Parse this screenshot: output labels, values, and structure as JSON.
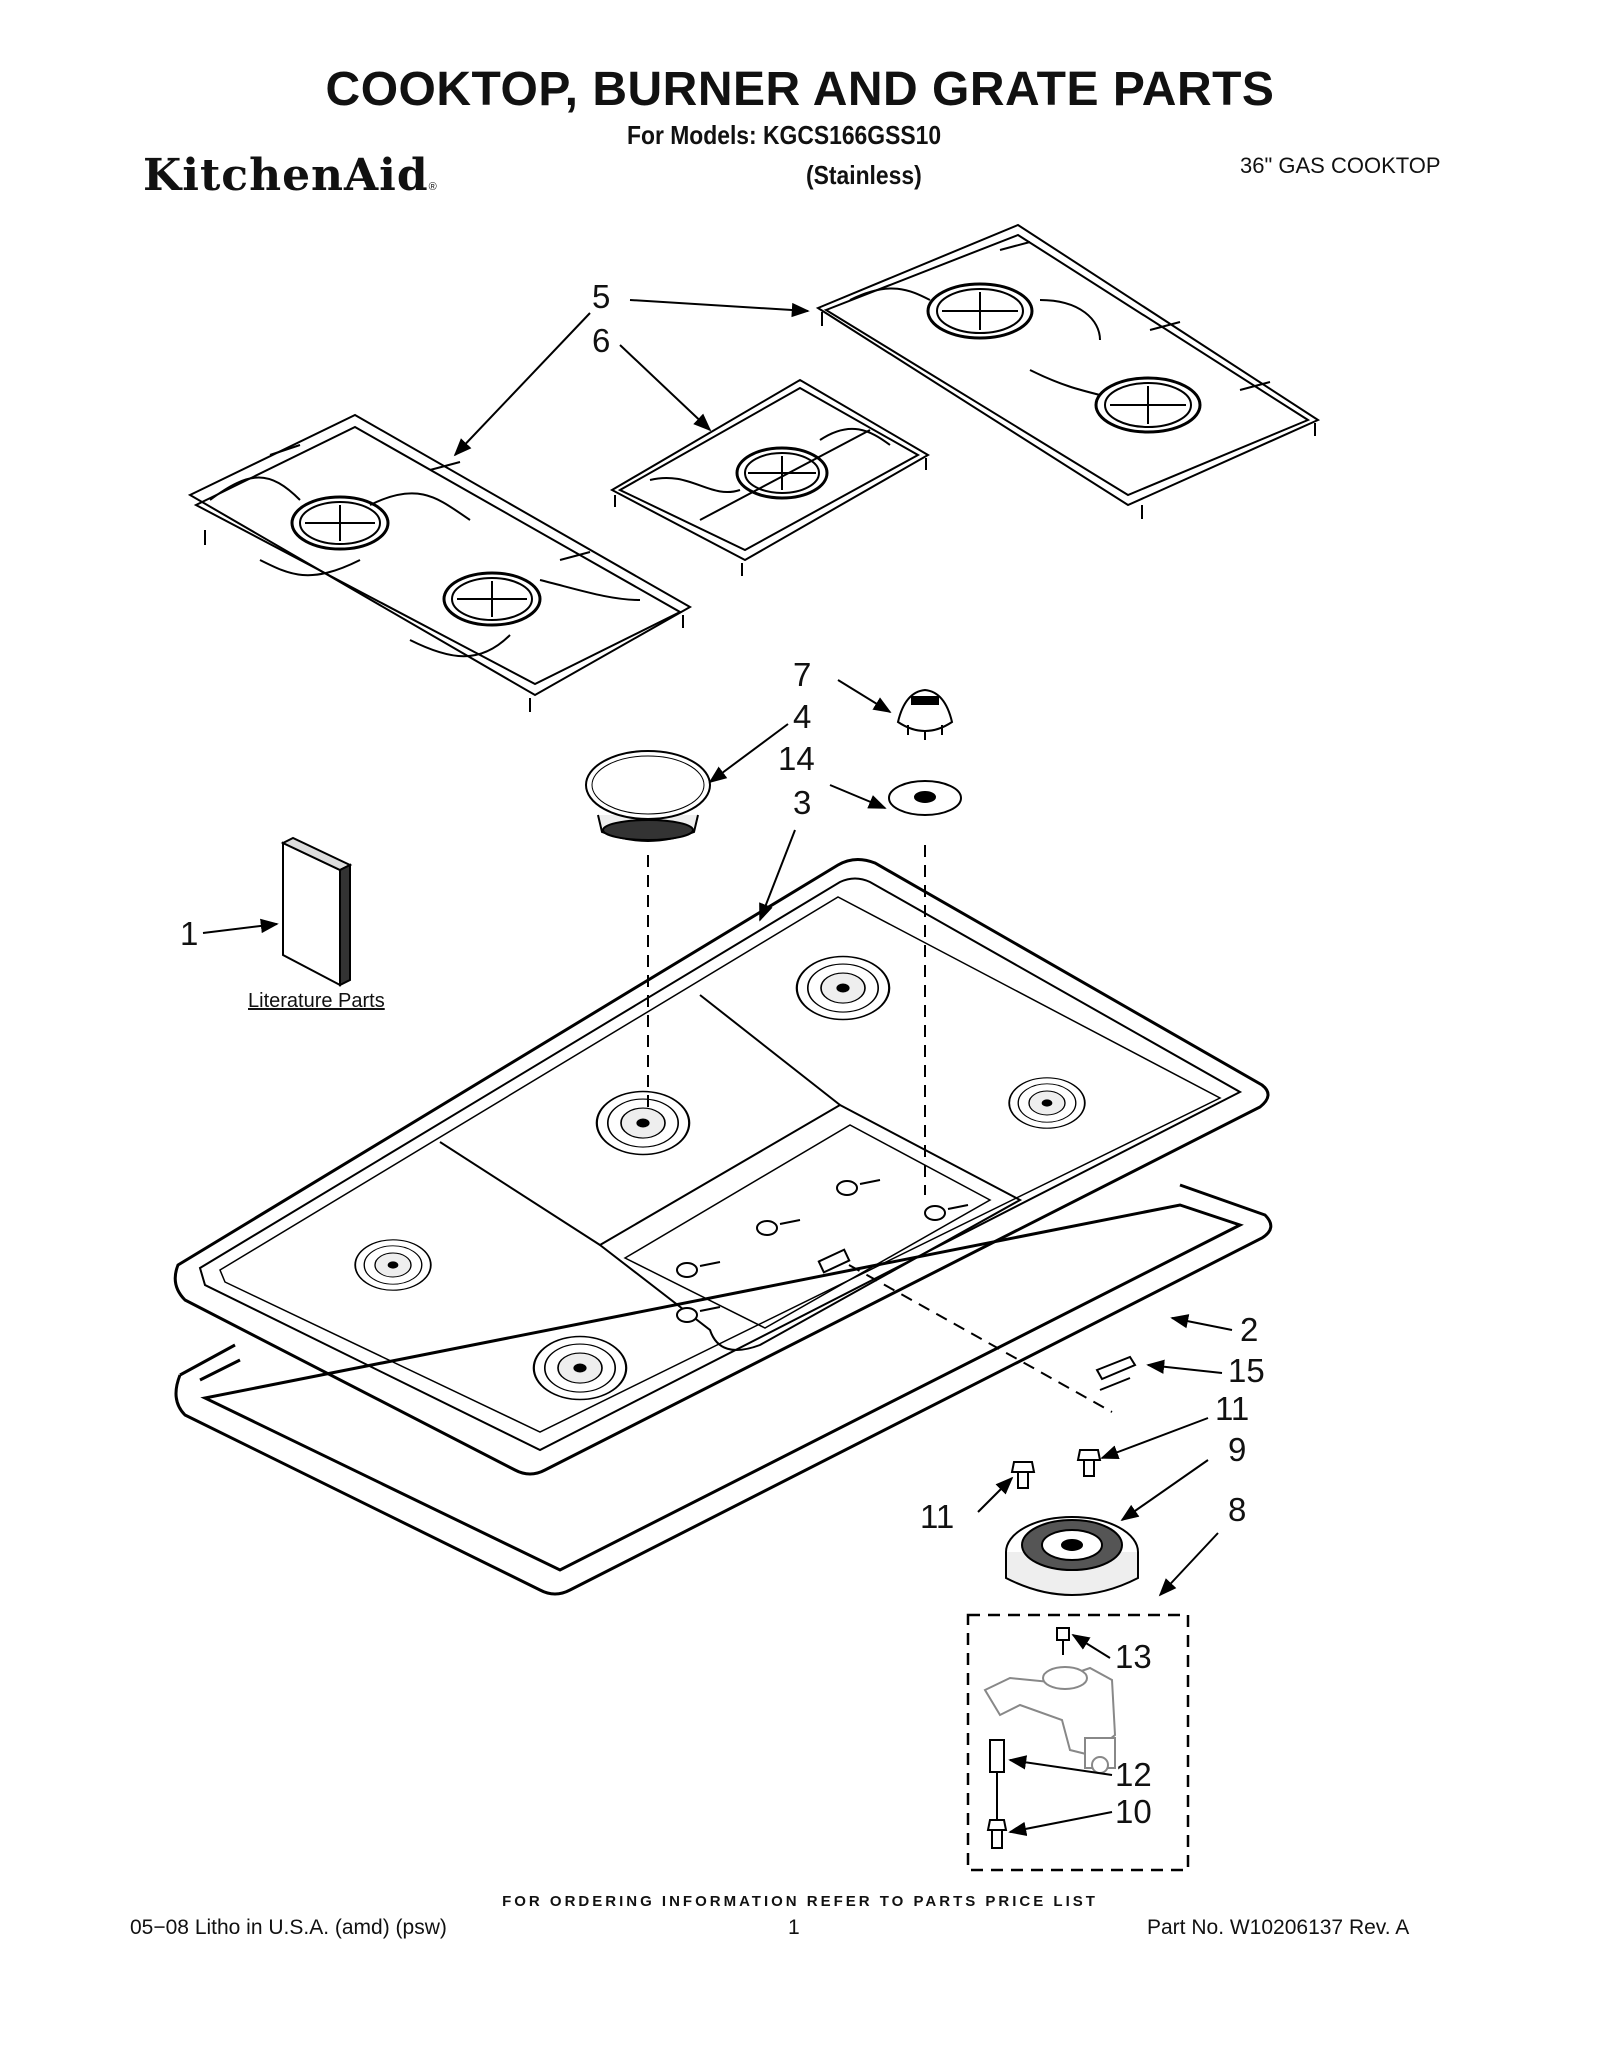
{
  "header": {
    "title": "COOKTOP, BURNER AND GRATE PARTS",
    "models_line": "For Models: KGCS166GSS10",
    "finish": "(Stainless)",
    "brand": "KitchenAid",
    "brand_mark": "®",
    "appliance": "36\" GAS COOKTOP"
  },
  "diagram": {
    "literature_label": "Literature Parts",
    "callouts": {
      "c1": "1",
      "c2": "2",
      "c3": "3",
      "c4": "4",
      "c5": "5",
      "c6": "6",
      "c7": "7",
      "c8": "8",
      "c9": "9",
      "c10": "10",
      "c11a": "11",
      "c11b": "11",
      "c12": "12",
      "c13": "13",
      "c14": "14",
      "c15": "15"
    }
  },
  "footer": {
    "ordering": "FOR ORDERING INFORMATION REFER TO PARTS PRICE LIST",
    "litho": "05−08 Litho in U.S.A. (amd) (psw)",
    "page": "1",
    "part_no": "Part No. W10206137 Rev. A"
  }
}
